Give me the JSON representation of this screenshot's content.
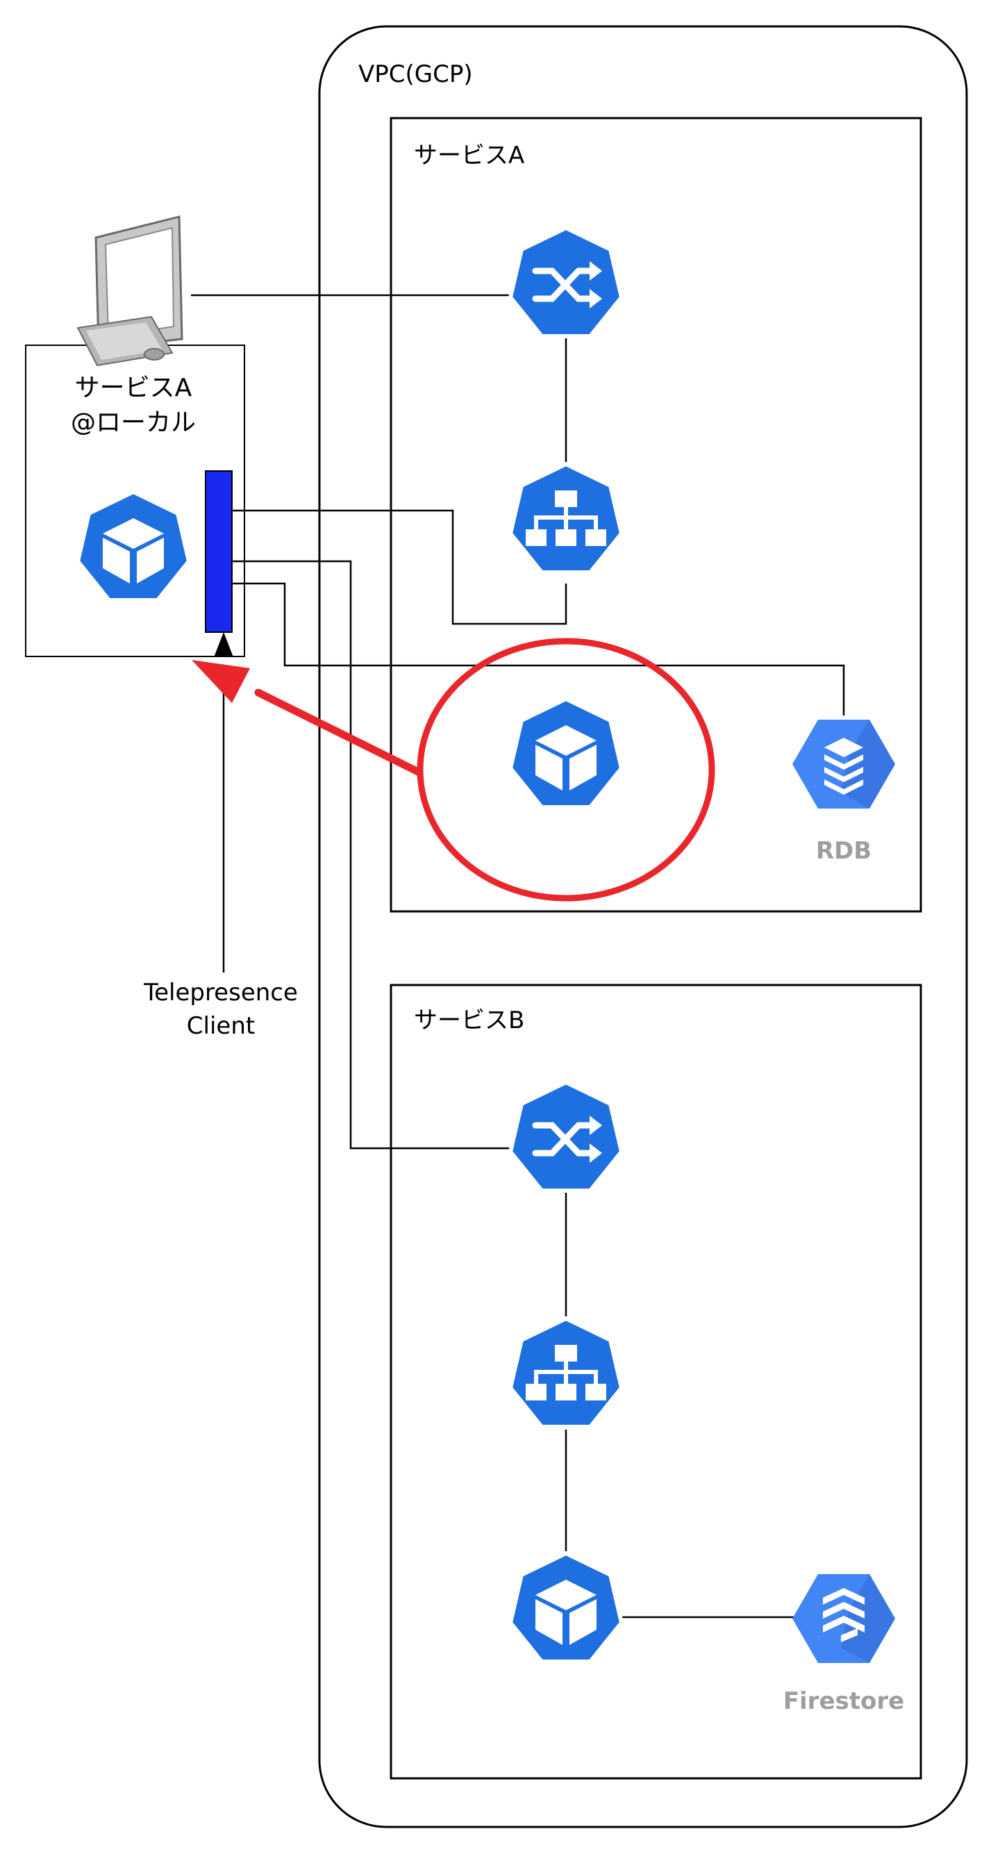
{
  "vpc": {
    "title": "VPC(GCP)"
  },
  "service_a": {
    "title": "サービスA"
  },
  "service_b": {
    "title": "サービスB"
  },
  "local": {
    "title_line1": "サービスA",
    "title_line2": "@ローカル"
  },
  "telepresence": {
    "line1": "Telepresence",
    "line2": "Client"
  },
  "rdb": {
    "label": "RDB"
  },
  "firestore": {
    "label": "Firestore"
  },
  "icons": {
    "ingress": "shuffle-icon",
    "service": "hierarchy-icon",
    "pod": "cube-icon",
    "rdb": "database-layers-icon",
    "firestore": "firestore-icon",
    "computer": "desktop-computer-icon"
  },
  "colors": {
    "k8s_blue": "#1e6fe0",
    "gcp_blue": "#4285f4",
    "telepresence_bar": "#1a29f0",
    "highlight_red": "#e8262b",
    "line": "#000000",
    "label_gray": "#9e9e9e"
  }
}
